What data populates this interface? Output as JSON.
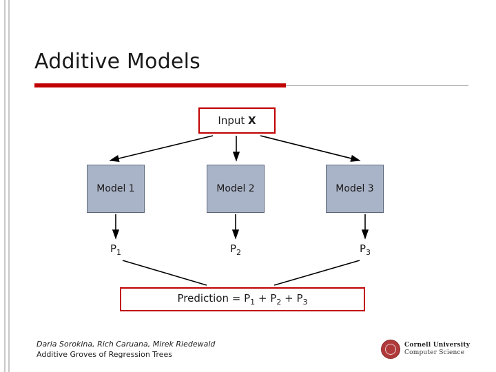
{
  "slide": {
    "title": "Additive Models",
    "accent_color": "#c00000",
    "box_fill_color": "#aab4c8",
    "background_color": "#ffffff"
  },
  "diagram": {
    "input": {
      "label": "Input X"
    },
    "models": [
      {
        "label": "Model 1"
      },
      {
        "label": "Model 2"
      },
      {
        "label": "Model 3"
      }
    ],
    "predictions": [
      {
        "base": "P",
        "sub": "1"
      },
      {
        "base": "P",
        "sub": "2"
      },
      {
        "base": "P",
        "sub": "3"
      }
    ],
    "result": {
      "prefix": "Prediction = ",
      "terms": [
        "P",
        "P",
        "P"
      ],
      "subs": [
        "1",
        "2",
        "3"
      ],
      "operators": [
        " + ",
        " + "
      ],
      "full_text": "Prediction = P1 + P2 + P3"
    }
  },
  "footer": {
    "authors": "Daria Sorokina, Rich Caruana, Mirek Riedewald",
    "paper_title": "Additive Groves of Regression Trees",
    "logo": {
      "line1": "Cornell University",
      "line2": "Computer Science"
    }
  }
}
